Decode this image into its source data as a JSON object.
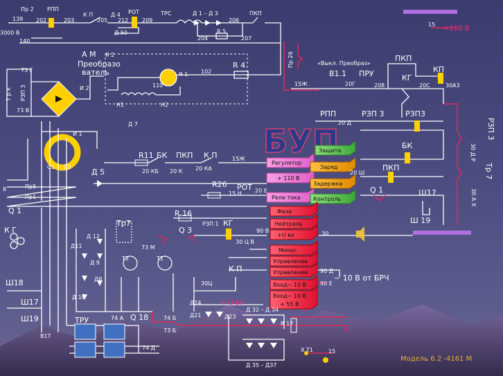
{
  "title": "БУП",
  "model": "Модель 6.2 -4161 М",
  "labels": {
    "pr2": "Пр 2",
    "rpp_top": "РПП",
    "kp_top": "К П",
    "d4": "Д 4",
    "rot_top": "РОТ",
    "trs": "ТРС",
    "d1d3": "Д 1 – Д 3",
    "pkp_top": "ПКП",
    "r5": "R 5",
    "d50": "Д 50",
    "v3000": "3000 В",
    "n139": "139",
    "n140": "140",
    "n202": "202",
    "n203": "203",
    "n205": "205",
    "n212": "212",
    "n209": "209",
    "n206": "206",
    "n204": "204",
    "n207": "207",
    "n15": "15",
    "v110": "+110 В",
    "am": "А М",
    "ya2": "Я 2",
    "preobraz": "Преобразо",
    "vatel": "ватель",
    "ya1": "Я 1",
    "n102": "102",
    "r4": "R 4",
    "pr26": "Пр 26",
    "vykl": "«Выкл. Преобраз»",
    "v11": "В1.1",
    "n15zh": "15Ж",
    "pru": "ПРУ",
    "n20g": "20Г",
    "pkp_r": "ПКП",
    "kg_r": "КГ",
    "kp_r": "КП",
    "n208": "208",
    "n20s": "20С",
    "n30a3": "30А3",
    "t3g": "73 Г",
    "trk": "Т р к",
    "rzp3_l": "РЗП 3",
    "i2": "И 2",
    "n1": "Н1",
    "n2": "Н2",
    "d7": "Д 7",
    "n73b": "73 В",
    "rpp_mid": "РПП",
    "rzp3_mid": "РЗП 3",
    "rzp3_r": "РЗП3",
    "rzp3_far": "РЗП 3",
    "i1": "И 1",
    "s1": "С1",
    "s3": "С3",
    "d5": "Д 5",
    "r11": "R11",
    "bk": "БК",
    "pkp_mid": "ПКП",
    "kp_mid": "К П",
    "n15zh2": "15Ж",
    "n20kb": "20 КБ",
    "n20k": "20 К",
    "n20ka": "20 КА",
    "reg": "Регулятор",
    "zash": "Защита",
    "v110b": "+ 110 В",
    "zaryad": "Заряд",
    "r26": "R26",
    "rot_mid": "РОТ",
    "n20d": "20 Д",
    "n15n": "15 Н",
    "n20e": "20 Е",
    "zader": "Задержка",
    "rele": "Реле тока",
    "kontr": "Контроль",
    "pkp_b": "ПКП",
    "bk_r": "БК",
    "n20sh": "20 Ш",
    "q1_r": "Q 1",
    "sh17_r": "Ш17",
    "sh19_r": "Ш 19",
    "tr7": "Тр 7",
    "n30dr": "30 Д Р",
    "n30ax": "30 А Х",
    "faza": "Фаза",
    "neitral": "Нейтраль",
    "ux": "+U вх",
    "minus": "Минус",
    "uprav1": "Управление",
    "uprav2": "Управление",
    "vh10a": "Вход~ 10 В",
    "vh10b": "Вход~ 10 В",
    "plus55": "+ 55 В",
    "brch": "~ 10 В от БРЧ",
    "r16": "R 16",
    "q3": "Q 3",
    "rzp1": "РЗП 1",
    "kg_mid": "КГ",
    "kp_low": "К П",
    "tr7_l": "Тр7",
    "d12": "Д 12",
    "d11": "Д11",
    "d9": "Д 9",
    "d8": "Д8",
    "d10": "Д 10",
    "t2": "Т2",
    "t1": "Т1",
    "kg_l": "К Г",
    "sh18": "Ш18",
    "sh17_l": "Ш17",
    "sh19_l": "Ш19",
    "tru": "ТРУ",
    "q18": "Q 18",
    "d24": "Д24",
    "d21": "Д21",
    "d23": "Д23",
    "d32d34": "Д 32 – Д 34",
    "r17": "R 17",
    "d35d37": "Д 35 – Д37",
    "xt1": "Х Т1",
    "pr5": "Пр5",
    "pr1": "Пр1",
    "q1_l": "Q 1",
    "v1t": "В1Т",
    "n30": "30",
    "n90b": "90 В",
    "n90d": "90 Д",
    "n90e": "90 Е",
    "n74b": "74 Б",
    "n74a": "74 А",
    "n74d": "74 Д",
    "n73b2": "73 Б",
    "n30ts": "30Ц",
    "n73m": "73 М",
    "n30c": "30 Ц В",
    "plusuvh": "+ U вх",
    "n110": "110",
    "n8": "8"
  },
  "colors": {
    "wire": "#ffffff",
    "red_wire": "#e0285a",
    "accent": "#ffd000",
    "bar": "#b070e0"
  },
  "blocks": {
    "pink": [
      "Регулятор",
      "+ 110 В",
      "Реле тока"
    ],
    "green_top": "Защита",
    "orange": [
      "Заряд",
      "Задержка"
    ],
    "green_bottom": "Контроль",
    "red": [
      "Фаза",
      "Нейтраль",
      "+U вх",
      "Минус",
      "Управление",
      "Управление",
      "Вход~ 10 В",
      "Вход~ 10 В\n+ 55 В"
    ]
  }
}
